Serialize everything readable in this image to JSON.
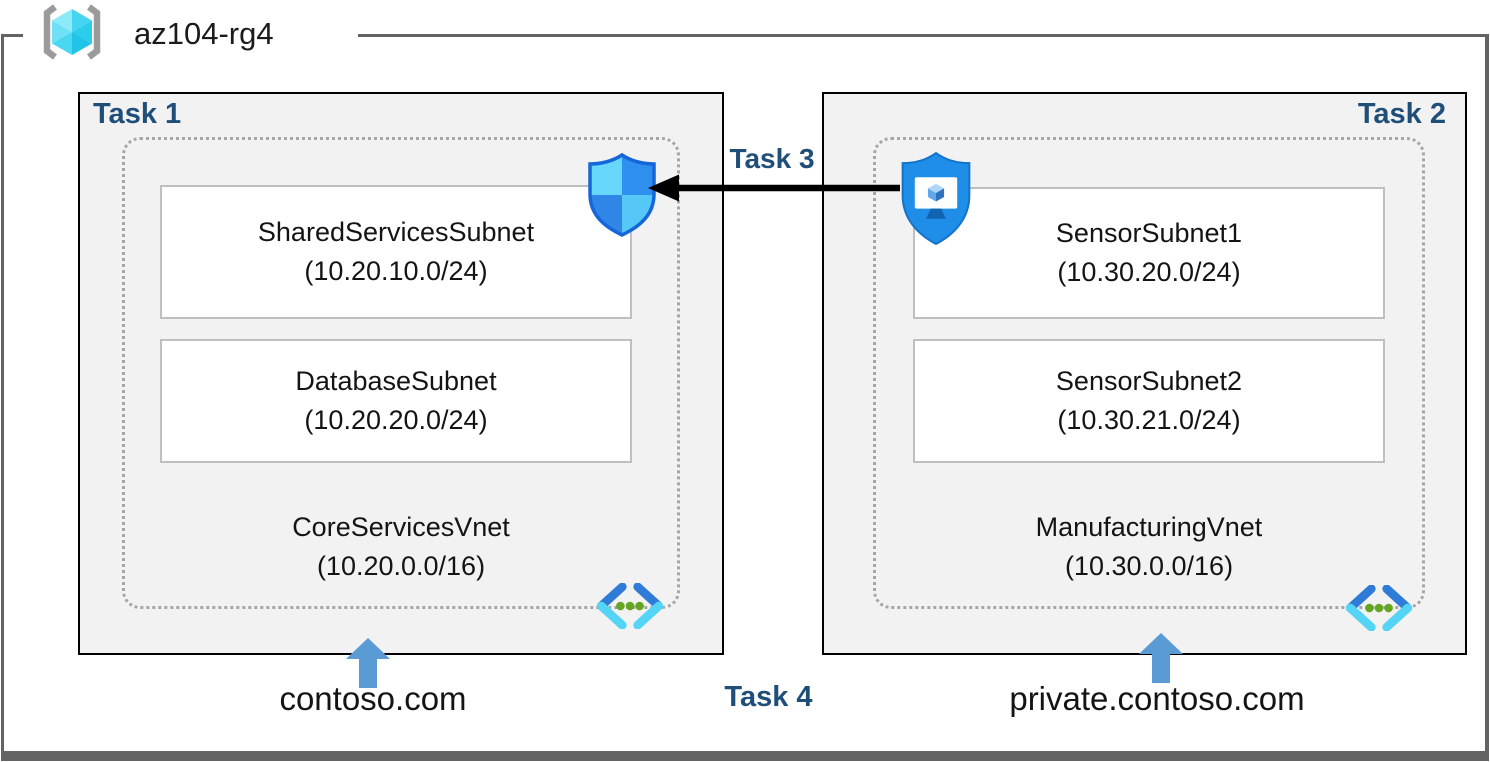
{
  "header": {
    "resource_group": "az104-rg4",
    "resource_group_icon": "azure-resource-group-cube"
  },
  "task_labels": {
    "task1": "Task 1",
    "task2": "Task 2",
    "task3": "Task 3",
    "task4": "Task 4"
  },
  "vnets": [
    {
      "name": "CoreServicesVnet",
      "cidr": "(10.20.0.0/16)",
      "domain": "contoso.com",
      "subnets": [
        {
          "name": "SharedServicesSubnet",
          "cidr": "(10.20.10.0/24)"
        },
        {
          "name": "DatabaseSubnet",
          "cidr": "(10.20.20.0/24)"
        }
      ]
    },
    {
      "name": "ManufacturingVnet",
      "cidr": "(10.30.0.0/16)",
      "domain": "private.contoso.com",
      "subnets": [
        {
          "name": "SensorSubnet1",
          "cidr": "(10.30.20.0/24)"
        },
        {
          "name": "SensorSubnet2",
          "cidr": "(10.30.21.0/24)"
        }
      ]
    }
  ],
  "icons": {
    "nsg_shield": "network-security-group-shield",
    "shielded_vm": "protected-vm-shield-monitor",
    "virtual_network": "vnet-chevrons-with-dots",
    "dns_pointer": "blue-up-arrow",
    "peering": "black-left-arrow"
  },
  "colors": {
    "task_label": "#1F4E79",
    "box_fill": "#F2F2F2",
    "box_border": "#000000",
    "subnet_border": "#BFBFBF",
    "vnet_dotted_border": "#A6A6A6",
    "outer_frame": "#636363",
    "blue_arrow": "#5B9BD5",
    "black_arrow": "#000000",
    "shield_blue": "#1E8EE8",
    "cyan_light": "#66D7FB",
    "green_dot": "#64A621"
  }
}
